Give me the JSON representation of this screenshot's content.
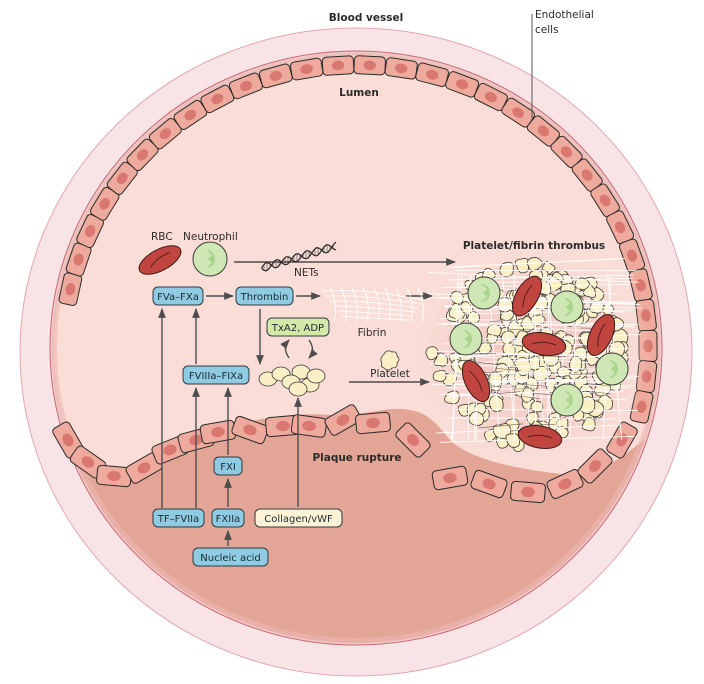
{
  "title": "Blood vessel",
  "labels": {
    "blood_vessel": "Blood vessel",
    "endothelial_cells_line1": "Endothelial",
    "endothelial_cells_line2": "cells",
    "lumen": "Lumen",
    "rbc": "RBC",
    "neutrophil": "Neutrophil",
    "nets": "NETs",
    "fibrin": "Fibrin",
    "platelet": "Platelet",
    "thrombus": "Platelet/fibrin thrombus",
    "plaque_rupture": "Plaque rupture"
  },
  "boxes": {
    "fva_fxa": "FVa–FXa",
    "thrombin": "Thrombin",
    "txa2_adp": "TxA2, ADP",
    "fviiia_fixa": "FVIIIa–FIXa",
    "fxi": "FXI",
    "tf_fviia": "TF–FVIIa",
    "fxiia": "FXIIa",
    "collagen_vwf": "Collagen/vWF",
    "nucleic_acid": "Nucleic acid"
  },
  "colors": {
    "outer_wall": "#f8e4e7",
    "lumen": "#f9ddd6",
    "plaque": "#e2a596",
    "factor_box": "#8fcbe2",
    "mediator_box": "#d4e8a8",
    "collagen_box": "#fdf3d6",
    "rbc": "#c0453f",
    "neutrophil": "#cfe7b4",
    "platelet": "#fbefc6"
  }
}
